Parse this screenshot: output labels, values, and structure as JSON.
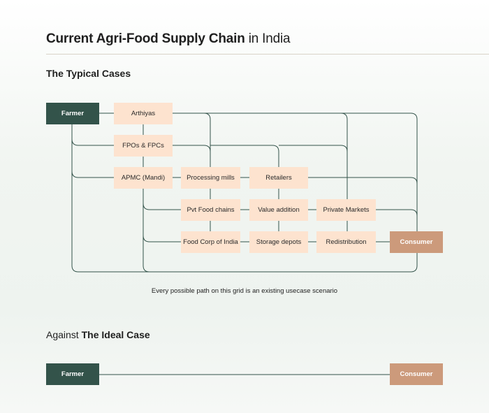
{
  "title": {
    "bold": "Current Agri-Food Supply Chain",
    "rest": " in India"
  },
  "typical_section": "The Typical Cases",
  "nodes": {
    "farmer": "Farmer",
    "arthiyas": "Arthiyas",
    "fpos": "FPOs & FPCs",
    "apmc": "APMC (Mandi)",
    "processing": "Processing mills",
    "retailers": "Retailers",
    "pvt_food": "Pvt Food chains",
    "value_add": "Value addition",
    "private_markets": "Private Markets",
    "food_corp": "Food Corp of India",
    "storage": "Storage depots",
    "redistribution": "Redistribution",
    "consumer": "Consumer"
  },
  "caption": "Every possible path on this grid is an existing usecase scenario",
  "ideal_section": {
    "prefix": "Against ",
    "bold": "The Ideal Case"
  },
  "ideal": {
    "farmer": "Farmer",
    "consumer": "Consumer"
  },
  "colors": {
    "farmer": "#33534a",
    "consumer": "#cc9a7b",
    "node": "#fde3cf",
    "line": "#33534a"
  }
}
